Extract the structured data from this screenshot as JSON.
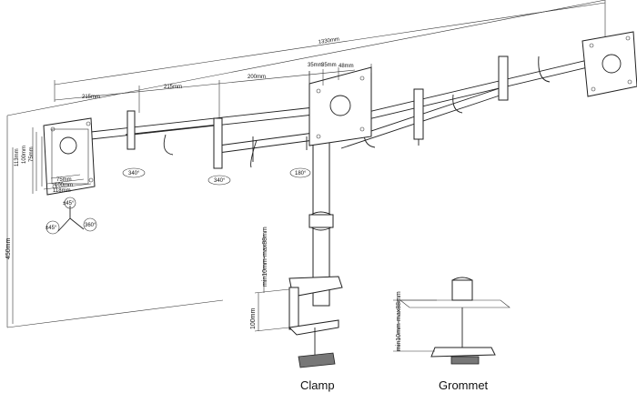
{
  "dimensions": {
    "overall_width": "1330mm",
    "seg_1": "215mm",
    "seg_2": "215mm",
    "seg_3": "200mm",
    "vesa_a": "35mm",
    "vesa_b": "35mm",
    "vesa_c": "48mm",
    "height": "450mm",
    "desk_thickness": "min10mm-max88mm",
    "clamp_height": "100mm",
    "grommet_thickness": "min10mm-max88mm"
  },
  "vesa": {
    "h1": "113mm",
    "h2": "100mm",
    "h3": "75mm",
    "w1": "75mm",
    "w2": "100mm",
    "w3": "118mm"
  },
  "rotation": {
    "left_joint": "340°",
    "mid_joint": "340°",
    "pole": "180°",
    "tilt": "±45°",
    "pan": "±45°",
    "rotate": "360°"
  },
  "captions": {
    "clamp": "Clamp",
    "grommet": "Grommet"
  }
}
